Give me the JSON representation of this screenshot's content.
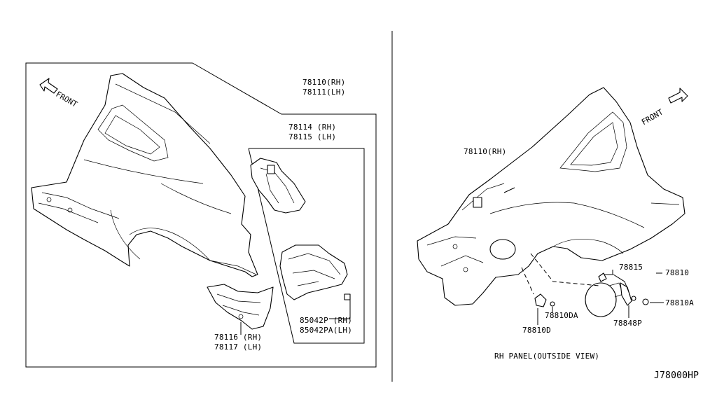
{
  "left_view": {
    "front_label": "FRONT",
    "callouts": {
      "p78110_rh": "78110(RH)",
      "p78111_lh": "78111(LH)",
      "p78114_rh": "78114 (RH)",
      "p78115_lh": "78115 (LH)",
      "p85042p_rh": "85042P  (RH)",
      "p85042pa_lh": "85042PA(LH)",
      "p78116_rh": "78116 (RH)",
      "p78117_lh": "78117 (LH)"
    }
  },
  "right_view": {
    "front_label": "FRONT",
    "caption": "RH PANEL(OUTSIDE VIEW)",
    "callouts": {
      "p78110_rh": "78110(RH)",
      "p78815": "78815",
      "p78810": "78810",
      "p78810a": "78810A",
      "p78848p": "78848P",
      "p78810da": "78810DA",
      "p78810d": "78810D"
    }
  },
  "diagram_code": "J78000HP"
}
